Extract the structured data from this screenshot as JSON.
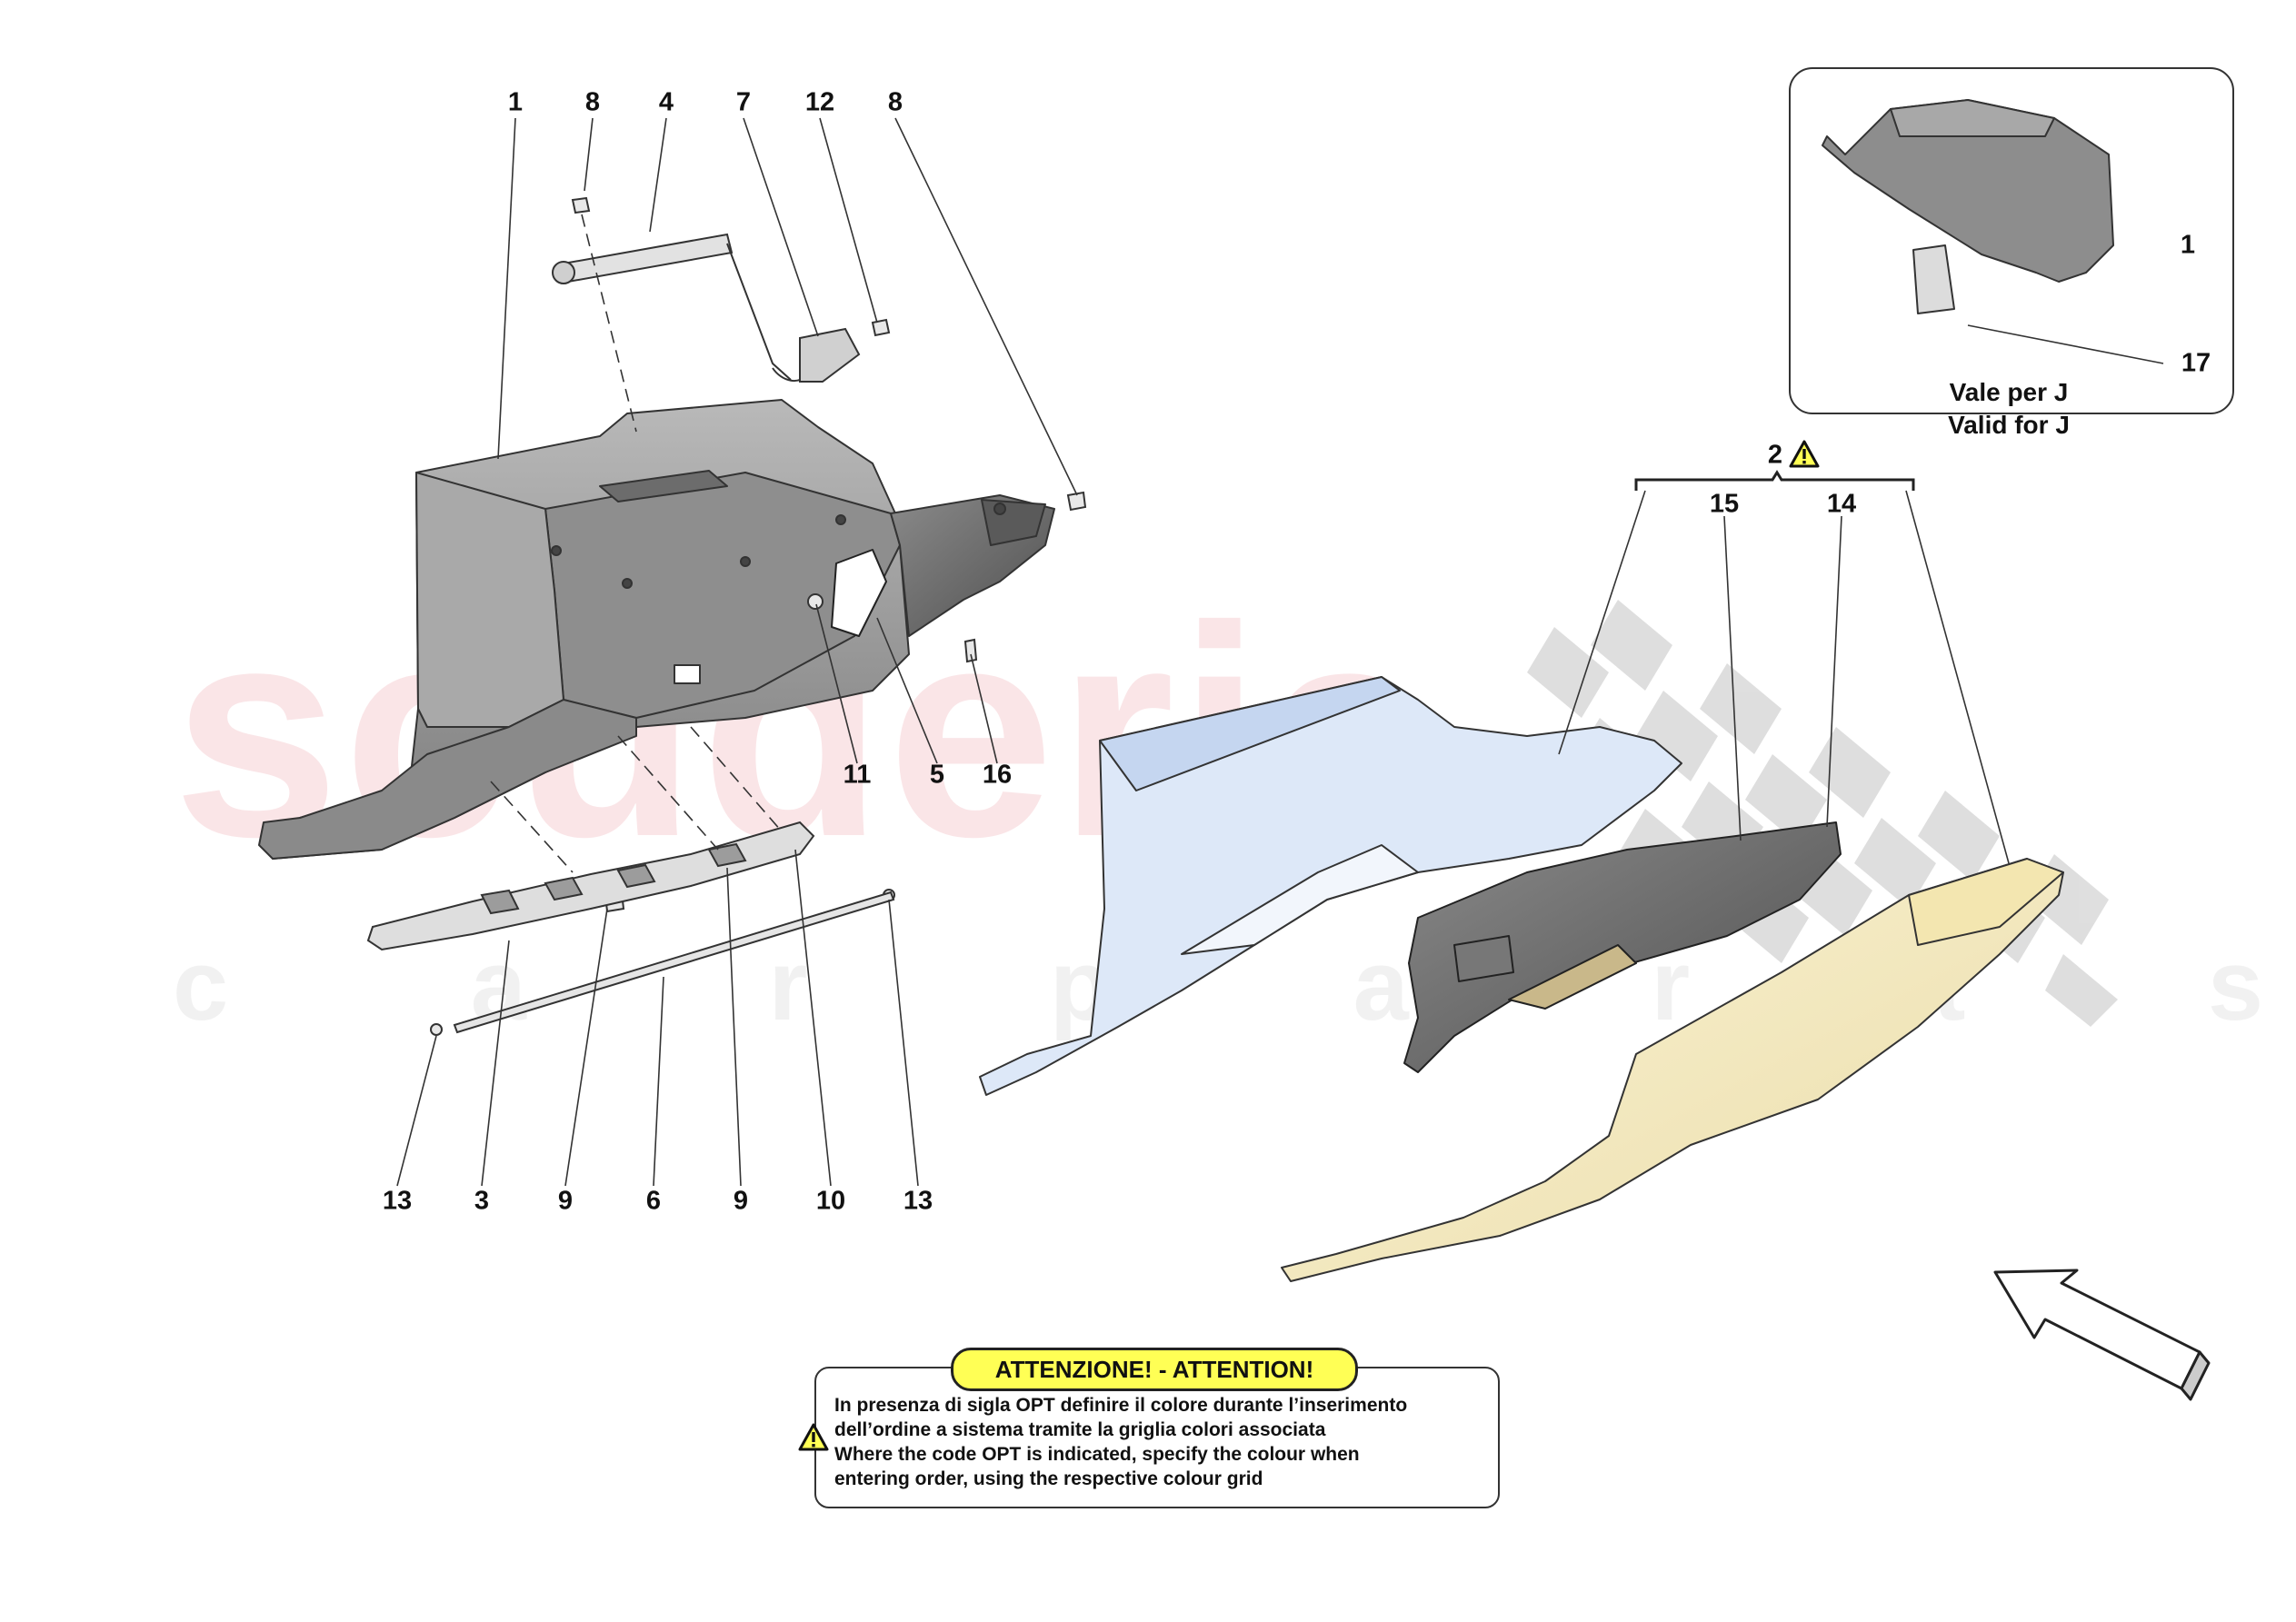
{
  "watermark": {
    "brand": "scuderia",
    "tagline": "c a r p a r t s"
  },
  "callouts": {
    "c1_top": "1",
    "c8_top_left": "8",
    "c4": "4",
    "c7": "7",
    "c12": "12",
    "c8_top_right": "8",
    "c11": "11",
    "c5": "5",
    "c16": "16",
    "c13_left": "13",
    "c3": "3",
    "c9_left": "9",
    "c6": "6",
    "c9_right": "9",
    "c10": "10",
    "c13_right": "13",
    "c2": "2",
    "c15": "15",
    "c14": "14",
    "inset_c1": "1",
    "inset_c17": "17"
  },
  "inset": {
    "caption_it": "Vale per J",
    "caption_en": "Valid for J"
  },
  "warning": {
    "title": "ATTENZIONE! - ATTENTION!",
    "line1": "In presenza di sigla OPT definire il colore durante l’inserimento",
    "line2": "dell’ordine a sistema tramite la griglia colori associata",
    "line3": "Where the code OPT is indicated, specify the colour when",
    "line4": "entering order, using the respective colour grid"
  },
  "icons": {
    "warning": "warning-triangle-icon",
    "direction": "direction-arrow-icon"
  },
  "colors": {
    "warning_yellow": "#ffff55",
    "watermark_red": "#d6283c",
    "part_grey": "#9a9a9a",
    "tray_blue": "#dce8f8",
    "lining_beige": "#f6eec8"
  }
}
